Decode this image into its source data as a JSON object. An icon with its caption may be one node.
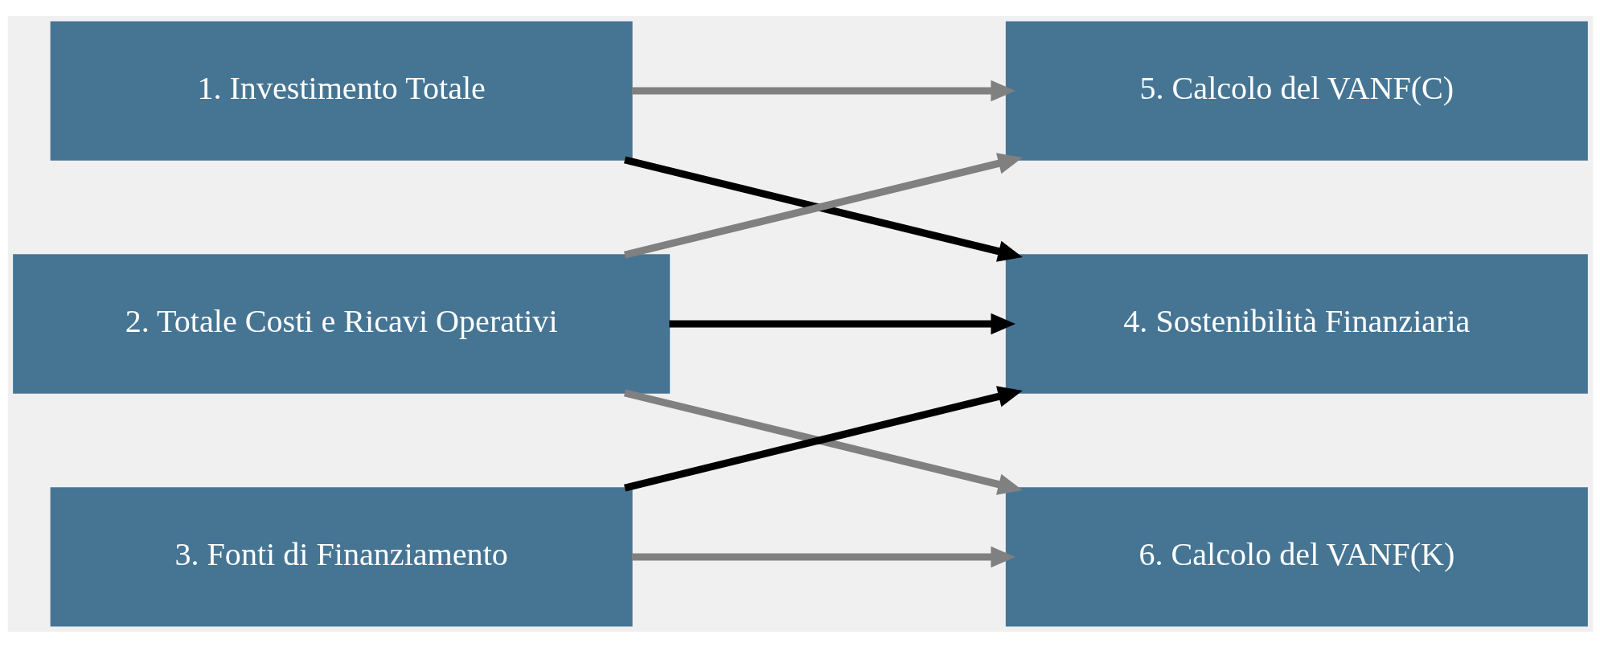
{
  "diagram": {
    "nodes": [
      {
        "text": [
          "1. Investimento Totale"
        ]
      },
      {
        "text": [
          "5. Calcolo del VANF(C)"
        ]
      },
      {
        "text": [
          "2. Totale Costi e Ricavi Operativi"
        ]
      },
      {
        "text": [
          "4. Sostenibilità Finanziaria"
        ]
      },
      {
        "text": [
          "3. Fonti di Finanziamento"
        ]
      },
      {
        "text": [
          "6. Calcolo del VANF(K)"
        ]
      }
    ],
    "edges": [
      {
        "from": 0,
        "to": 1,
        "arrow": "to"
      },
      {
        "from": 0,
        "to": 3,
        "arrow": "to",
        "color": "#000000"
      },
      {
        "from": 2,
        "to": 1,
        "arrow": "to"
      },
      {
        "from": 2,
        "to": 3,
        "arrow": "to",
        "color": "#000000"
      },
      {
        "from": 2,
        "to": 5,
        "arrow": "to"
      },
      {
        "from": 4,
        "to": 3,
        "arrow": "to",
        "color": "#000000"
      },
      {
        "from": 4,
        "to": 5,
        "arrow": "to"
      }
    ]
  }
}
